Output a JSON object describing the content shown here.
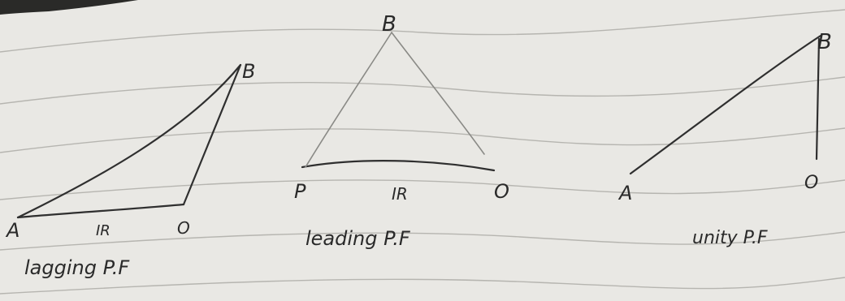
{
  "diagrams": {
    "lagging": {
      "vertices": {
        "left": "A",
        "top": "B",
        "right": "O"
      },
      "base_label": "IR",
      "caption": "lagging P.F"
    },
    "leading": {
      "vertices": {
        "left": "P",
        "top": "B",
        "right": "O"
      },
      "base_label": "IR",
      "caption": "leading P.F"
    },
    "unity": {
      "vertices": {
        "left": "A",
        "top": "B",
        "right": "O"
      },
      "caption": "unity P.F"
    }
  },
  "colors": {
    "paper": "#e9e8e4",
    "ink": "#2f2f2f",
    "rules": "#a9a8a3"
  }
}
